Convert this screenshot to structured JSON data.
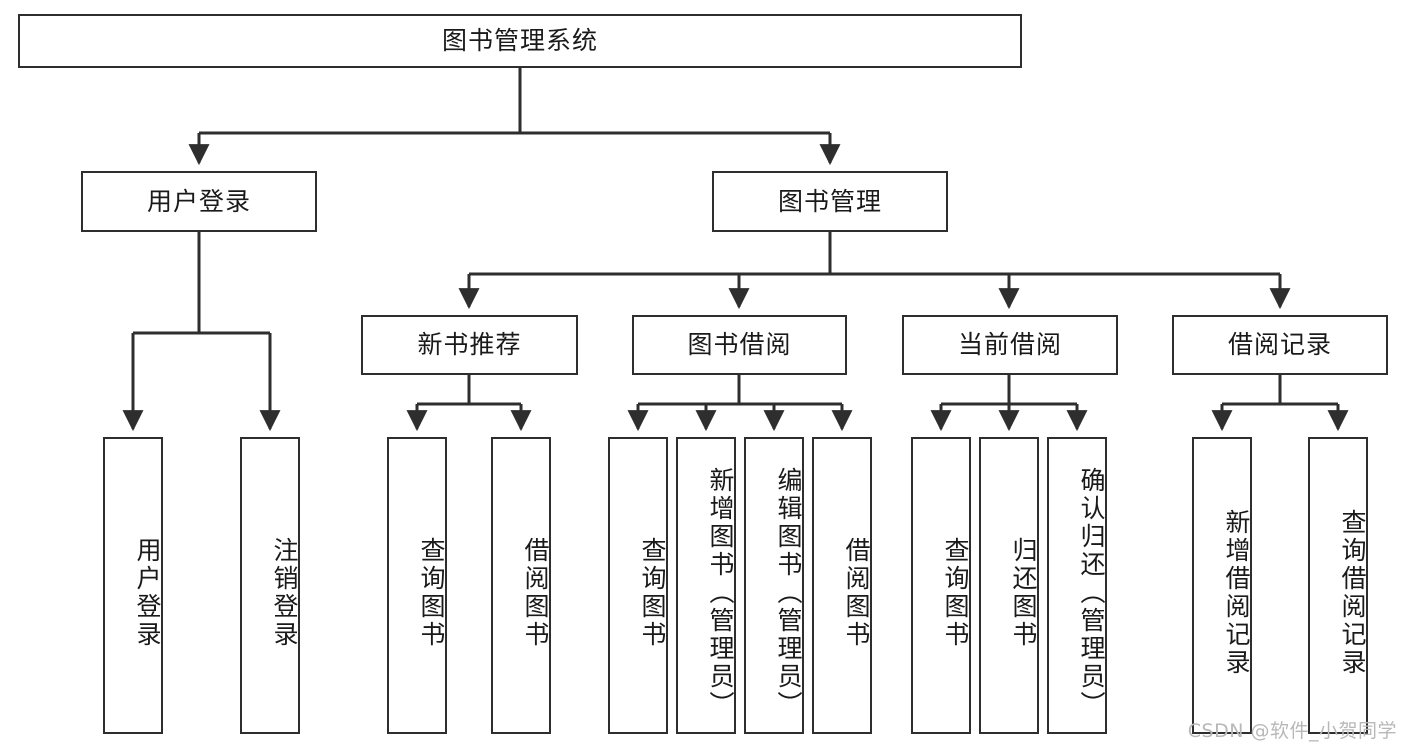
{
  "diagram": {
    "type": "tree",
    "title": "图书管理系统",
    "root": {
      "label": "图书管理系统",
      "id": "root"
    },
    "level2": [
      {
        "id": "user-login",
        "label": "用户登录"
      },
      {
        "id": "book-manage",
        "label": "图书管理"
      }
    ],
    "level3": [
      {
        "id": "new-book-recommend",
        "label": "新书推荐",
        "parent": "book-manage"
      },
      {
        "id": "book-borrow",
        "label": "图书借阅",
        "parent": "book-manage"
      },
      {
        "id": "current-borrow",
        "label": "当前借阅",
        "parent": "book-manage"
      },
      {
        "id": "borrow-record",
        "label": "借阅记录",
        "parent": "book-manage"
      }
    ],
    "leaves": [
      {
        "id": "leaf-user-login",
        "label": "用户登录",
        "parent": "user-login"
      },
      {
        "id": "leaf-logout-login",
        "label": "注销登录",
        "parent": "user-login"
      },
      {
        "id": "leaf-query-book-1",
        "label": "查询图书",
        "parent": "new-book-recommend"
      },
      {
        "id": "leaf-borrow-book-1",
        "label": "借阅图书",
        "parent": "new-book-recommend"
      },
      {
        "id": "leaf-query-book-2",
        "label": "查询图书",
        "parent": "book-borrow"
      },
      {
        "id": "leaf-add-book",
        "label": "新增图书（管理员）",
        "parent": "book-borrow"
      },
      {
        "id": "leaf-edit-book",
        "label": "编辑图书（管理员）",
        "parent": "book-borrow"
      },
      {
        "id": "leaf-borrow-book-2",
        "label": "借阅图书",
        "parent": "book-borrow"
      },
      {
        "id": "leaf-query-book-3",
        "label": "查询图书",
        "parent": "current-borrow"
      },
      {
        "id": "leaf-return-book",
        "label": "归还图书",
        "parent": "current-borrow"
      },
      {
        "id": "leaf-confirm-return",
        "label": "确认归还（管理员）",
        "parent": "current-borrow"
      },
      {
        "id": "leaf-add-record",
        "label": "新增借阅记录",
        "parent": "borrow-record"
      },
      {
        "id": "leaf-query-record",
        "label": "查询借阅记录",
        "parent": "borrow-record"
      }
    ],
    "colors": {
      "box_border": "#2e2e2e",
      "box_fill": "#ffffff",
      "edge": "#2e2e2e",
      "text": "#1a1a1a",
      "watermark": "#b8b8b8",
      "background": "#ffffff"
    }
  },
  "watermark": {
    "text": "CSDN @软件_小贺同学"
  }
}
